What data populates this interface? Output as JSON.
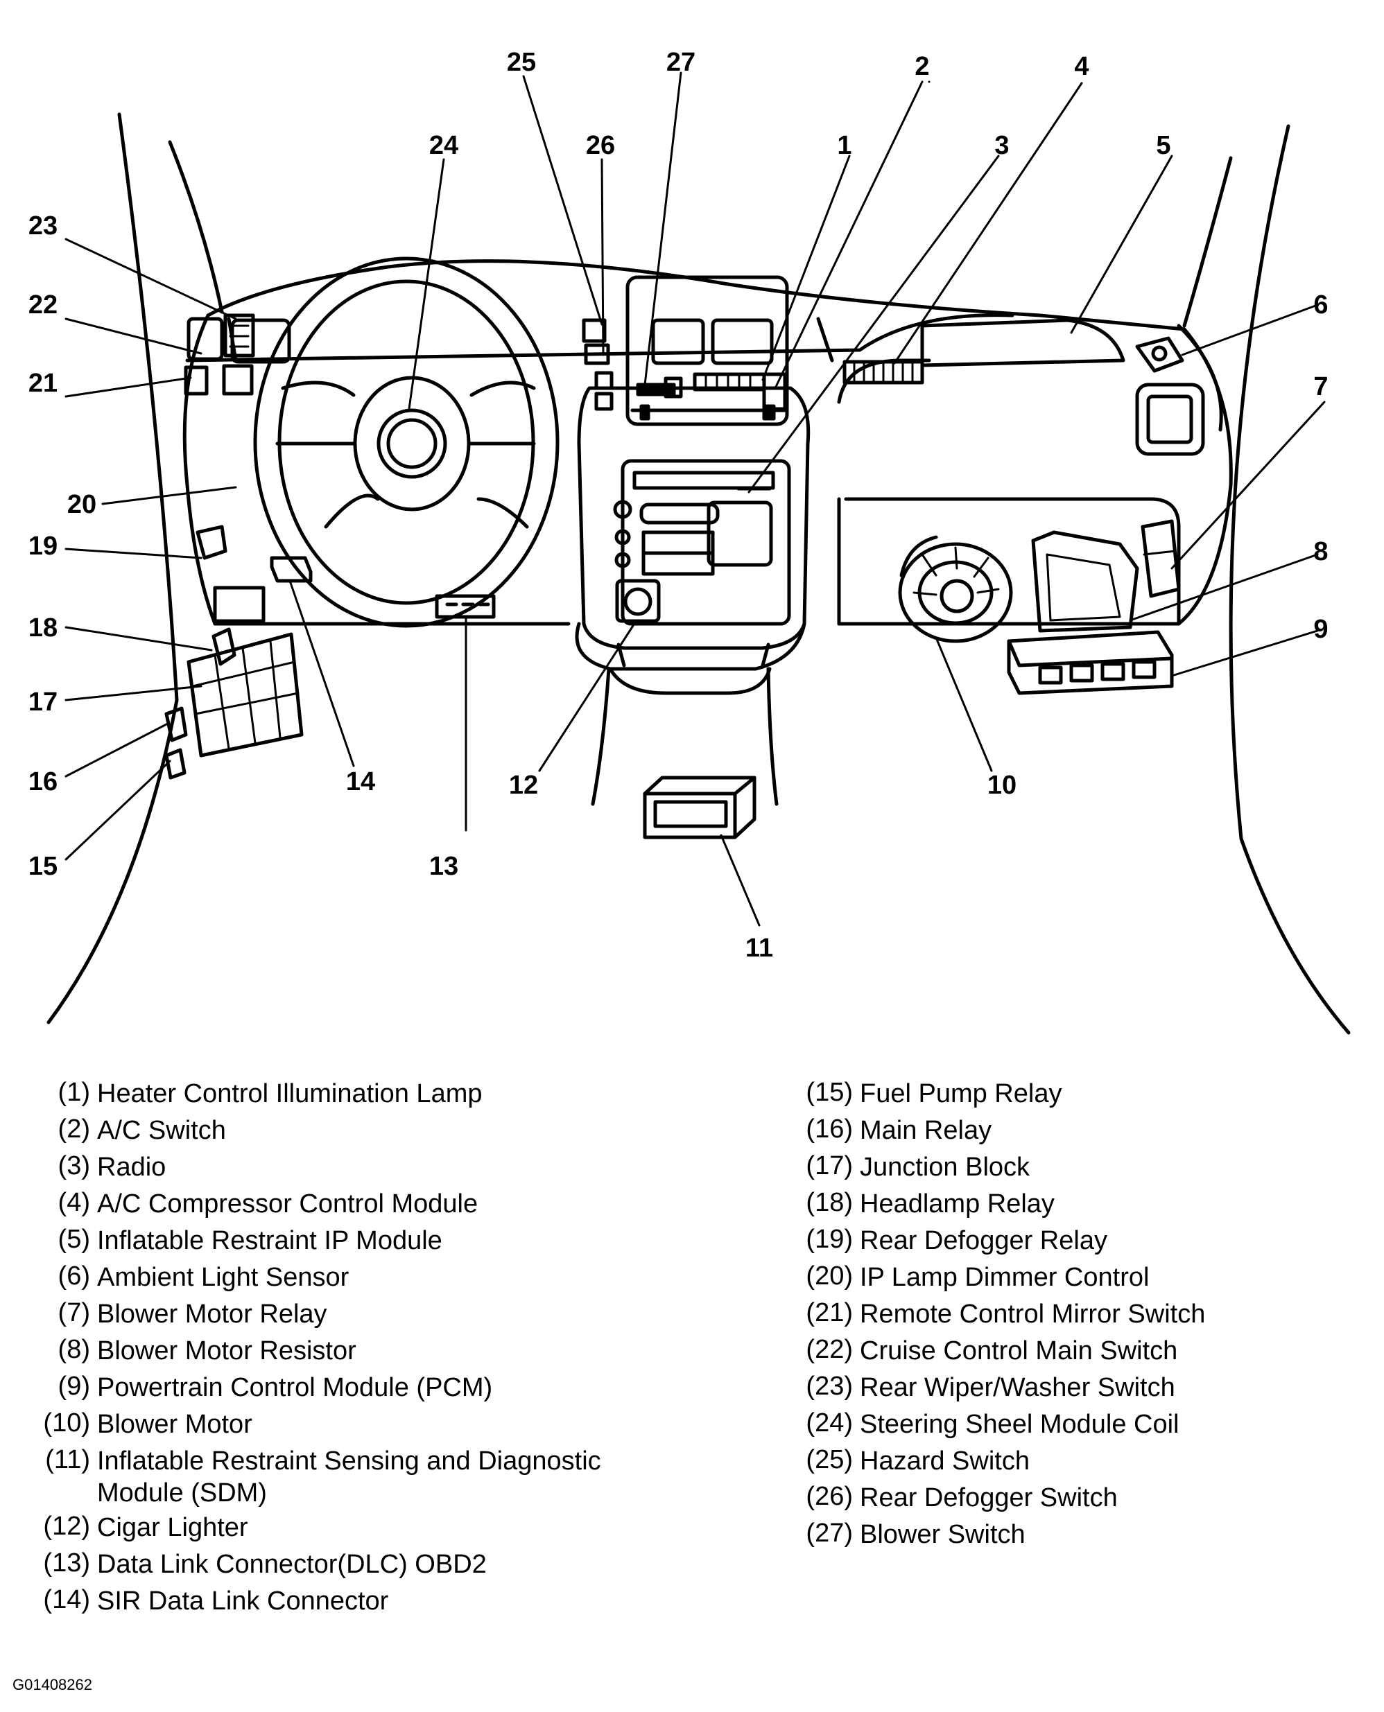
{
  "figure_code": "G01408262",
  "callouts": [
    {
      "num": "1",
      "text": "Heater Control Illumination Lamp"
    },
    {
      "num": "2",
      "text": "A/C Switch"
    },
    {
      "num": "3",
      "text": "Radio"
    },
    {
      "num": "4",
      "text": "A/C Compressor Control Module"
    },
    {
      "num": "5",
      "text": "Inflatable Restraint IP Module"
    },
    {
      "num": "6",
      "text": "Ambient Light Sensor"
    },
    {
      "num": "7",
      "text": "Blower Motor Relay"
    },
    {
      "num": "8",
      "text": "Blower Motor Resistor"
    },
    {
      "num": "9",
      "text": "Powertrain Control Module (PCM)"
    },
    {
      "num": "10",
      "text": "Blower Motor"
    },
    {
      "num": "11",
      "text": "Inflatable Restraint Sensing and Diagnostic\nModule (SDM)"
    },
    {
      "num": "12",
      "text": "Cigar Lighter"
    },
    {
      "num": "13",
      "text": "Data Link Connector(DLC) OBD2"
    },
    {
      "num": "14",
      "text": "SIR Data Link Connector"
    },
    {
      "num": "15",
      "text": "Fuel Pump Relay"
    },
    {
      "num": "16",
      "text": "Main Relay"
    },
    {
      "num": "17",
      "text": "Junction Block"
    },
    {
      "num": "18",
      "text": "Headlamp Relay"
    },
    {
      "num": "19",
      "text": "Rear Defogger Relay"
    },
    {
      "num": "20",
      "text": "IP Lamp Dimmer Control"
    },
    {
      "num": "21",
      "text": "Remote Control Mirror Switch"
    },
    {
      "num": "22",
      "text": "Cruise Control Main Switch"
    },
    {
      "num": "23",
      "text": "Rear Wiper/Washer Switch"
    },
    {
      "num": "24",
      "text": "Steering Sheel Module Coil"
    },
    {
      "num": "25",
      "text": "Hazard Switch"
    },
    {
      "num": "26",
      "text": "Rear Defogger Switch"
    },
    {
      "num": "27",
      "text": "Blower Switch"
    }
  ]
}
